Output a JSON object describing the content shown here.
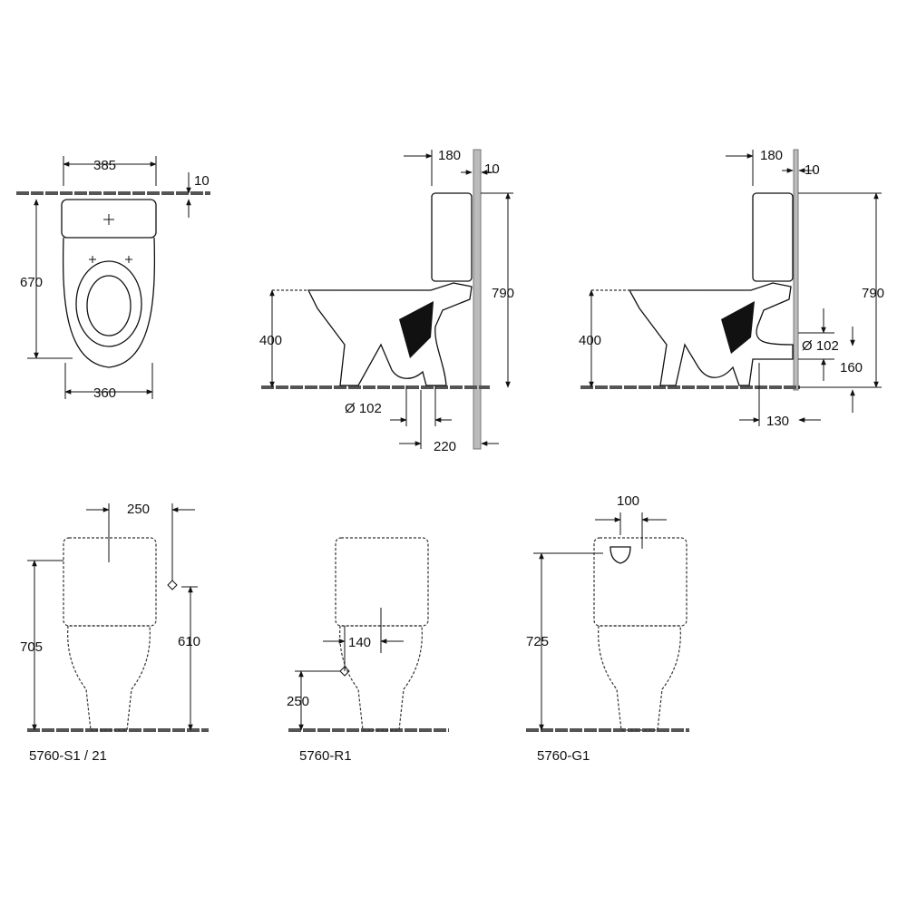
{
  "top_view": {
    "width_top": "385",
    "gap": "10",
    "depth": "670",
    "width_bottom": "360"
  },
  "side_view_floor": {
    "tank_depth": "180",
    "gap": "10",
    "height_total": "790",
    "seat_height": "400",
    "outlet_diameter": "Ø 102",
    "outlet_distance": "220"
  },
  "side_view_wall": {
    "tank_depth": "180",
    "gap": "10",
    "height_total": "790",
    "seat_height": "400",
    "outlet_diameter": "Ø 102",
    "outlet_height": "160",
    "outlet_distance": "130"
  },
  "front_views": [
    {
      "model": "5760-S1 / 21",
      "inlet_offset": "250",
      "height": "705",
      "inlet_height": "610"
    },
    {
      "model": "5760-R1",
      "inlet_offset": "140",
      "inlet_height": "250"
    },
    {
      "model": "5760-G1",
      "inlet_width": "100",
      "height": "725"
    }
  ]
}
